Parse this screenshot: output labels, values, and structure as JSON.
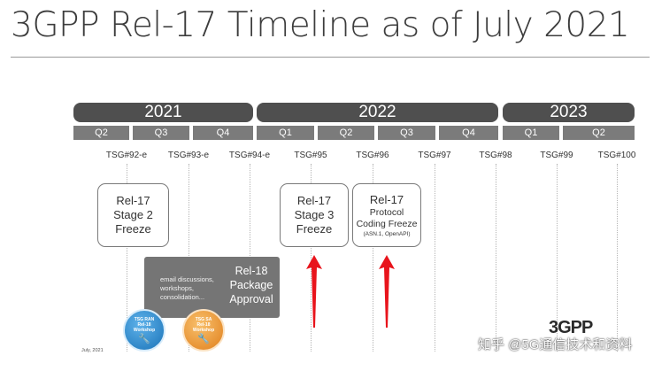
{
  "title": "3GPP Rel-17 Timeline as of July 2021",
  "years": [
    {
      "label": "2021"
    },
    {
      "label": "2022"
    },
    {
      "label": "2023"
    }
  ],
  "quarters": [
    {
      "label": "Q2"
    },
    {
      "label": "Q3"
    },
    {
      "label": "Q4"
    },
    {
      "label": "Q1"
    },
    {
      "label": "Q2"
    },
    {
      "label": "Q3"
    },
    {
      "label": "Q4"
    },
    {
      "label": "Q1"
    },
    {
      "label": "Q2"
    }
  ],
  "meetings": [
    "TSG#92-e",
    "TSG#93-e",
    "TSG#94-e",
    "TSG#95",
    "TSG#96",
    "TSG#97",
    "TSG#98",
    "TSG#99",
    "TSG#100"
  ],
  "boxes": {
    "stage2": [
      "Rel-17",
      "Stage 2",
      "Freeze"
    ],
    "stage3": [
      "Rel-17",
      "Stage 3",
      "Freeze"
    ],
    "protocol": {
      "l1": "Rel-17",
      "l2": "Protocol",
      "l3": "Coding Freeze",
      "l4": "(ASN.1, OpenAPI)"
    }
  },
  "package_approval": {
    "notes": [
      "email discussions,",
      "workshops,",
      "consolidation..."
    ],
    "title": [
      "Rel-18",
      "Package",
      "Approval"
    ]
  },
  "badges": {
    "ran": [
      "TSG RAN",
      "Rel-18",
      "Workshop"
    ],
    "sa": [
      "TSG SA",
      "Rel-18",
      "Workshop"
    ]
  },
  "date_note": "July, 2021",
  "logo_text": "3GPP",
  "watermark": "知乎 @5G通信技术和资料",
  "colors": {
    "year_bar": "#4f4f4f",
    "quarter_bar": "#7b7b7b",
    "arrow": "#e8141c",
    "approval_box": "#757575"
  }
}
